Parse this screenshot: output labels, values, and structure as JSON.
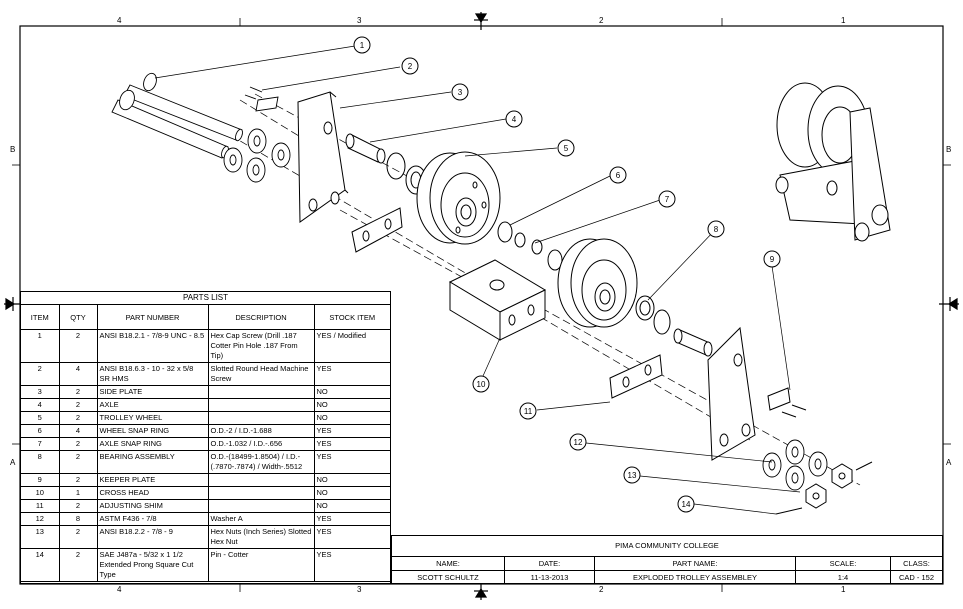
{
  "zone_labels": {
    "top": [
      "4",
      "3",
      "2",
      "1"
    ],
    "bottom": [
      "4",
      "3",
      "2",
      "1"
    ],
    "rows": [
      "B",
      "A"
    ]
  },
  "balloons": [
    "1",
    "2",
    "3",
    "4",
    "5",
    "6",
    "7",
    "8",
    "9",
    "10",
    "11",
    "12",
    "13",
    "14"
  ],
  "parts_list": {
    "title": "PARTS LIST",
    "headers": [
      "ITEM",
      "QTY",
      "PART NUMBER",
      "DESCRIPTION",
      "STOCK ITEM"
    ],
    "rows": [
      {
        "item": "1",
        "qty": "2",
        "part_number": "ANSI B18.2.1 - 7/8-9 UNC - 8.5",
        "description": "Hex Cap Screw (Drill .187 Cotter Pin Hole .187 From Tip)",
        "stock": "YES / Modified"
      },
      {
        "item": "2",
        "qty": "4",
        "part_number": "ANSI B18.6.3 - 10 - 32 x 5/8 SR HMS",
        "description": "Slotted Round Head Machine Screw",
        "stock": "YES"
      },
      {
        "item": "3",
        "qty": "2",
        "part_number": "SIDE PLATE",
        "description": "",
        "stock": "NO"
      },
      {
        "item": "4",
        "qty": "2",
        "part_number": "AXLE",
        "description": "",
        "stock": "NO"
      },
      {
        "item": "5",
        "qty": "2",
        "part_number": "TROLLEY WHEEL",
        "description": "",
        "stock": "NO"
      },
      {
        "item": "6",
        "qty": "4",
        "part_number": "WHEEL SNAP RING",
        "description": "O.D.-2 / I.D.-1.688",
        "stock": "YES"
      },
      {
        "item": "7",
        "qty": "2",
        "part_number": "AXLE SNAP RING",
        "description": "O.D.-1.032 / I.D.-.656",
        "stock": "YES"
      },
      {
        "item": "8",
        "qty": "2",
        "part_number": "BEARING ASSEMBLY",
        "description": "O.D.-(18499-1.8504) / I.D.-(.7870-.7874) / Width-.5512",
        "stock": "YES"
      },
      {
        "item": "9",
        "qty": "2",
        "part_number": "KEEPER PLATE",
        "description": "",
        "stock": "NO"
      },
      {
        "item": "10",
        "qty": "1",
        "part_number": "CROSS HEAD",
        "description": "",
        "stock": "NO"
      },
      {
        "item": "11",
        "qty": "2",
        "part_number": "ADJUSTING SHIM",
        "description": "",
        "stock": "NO"
      },
      {
        "item": "12",
        "qty": "8",
        "part_number": "ASTM F436 - 7/8",
        "description": "Washer A",
        "stock": "YES"
      },
      {
        "item": "13",
        "qty": "2",
        "part_number": "ANSI B18.2.2 - 7/8 - 9",
        "description": "Hex Nuts (Inch Series) Slotted Hex Nut",
        "stock": "YES"
      },
      {
        "item": "14",
        "qty": "2",
        "part_number": "SAE J487a - 5/32 x 1 1/2 Extended Prong Square Cut Type",
        "description": "Pin - Cotter",
        "stock": "YES"
      }
    ]
  },
  "title_block": {
    "school": "PIMA COMMUNITY COLLEGE",
    "labels": {
      "name": "NAME:",
      "date": "DATE:",
      "part_name": "PART NAME:",
      "scale": "SCALE:",
      "class": "CLASS:"
    },
    "values": {
      "name": "SCOTT SCHULTZ",
      "date": "11-13-2013",
      "part_name": "EXPLODED TROLLEY ASSEMBLEY",
      "scale": "1:4",
      "class": "CAD - 152"
    }
  }
}
